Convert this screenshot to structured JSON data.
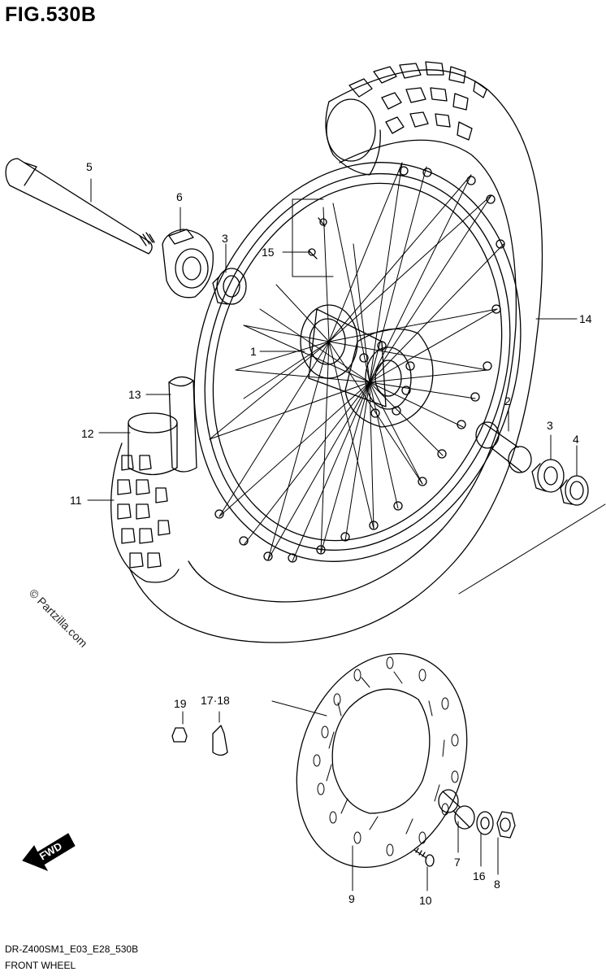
{
  "figure": {
    "title": "FIG.530B",
    "footer_code": "DR-Z400SM1_E03_E28_530B",
    "footer_name": "FRONT WHEEL",
    "watermark": "© Partzilla.com",
    "direction_label": "FWD"
  },
  "callouts": {
    "c1": "1",
    "c2": "2",
    "c3a": "3",
    "c3b": "3",
    "c4": "4",
    "c5": "5",
    "c6": "6",
    "c7": "7",
    "c8": "8",
    "c9": "9",
    "c10": "10",
    "c11": "11",
    "c12": "12",
    "c13": "13",
    "c14": "14",
    "c15": "15",
    "c16": "16",
    "c17_18": "17·18",
    "c19": "19"
  },
  "colors": {
    "line": "#000000",
    "background": "#ffffff"
  }
}
